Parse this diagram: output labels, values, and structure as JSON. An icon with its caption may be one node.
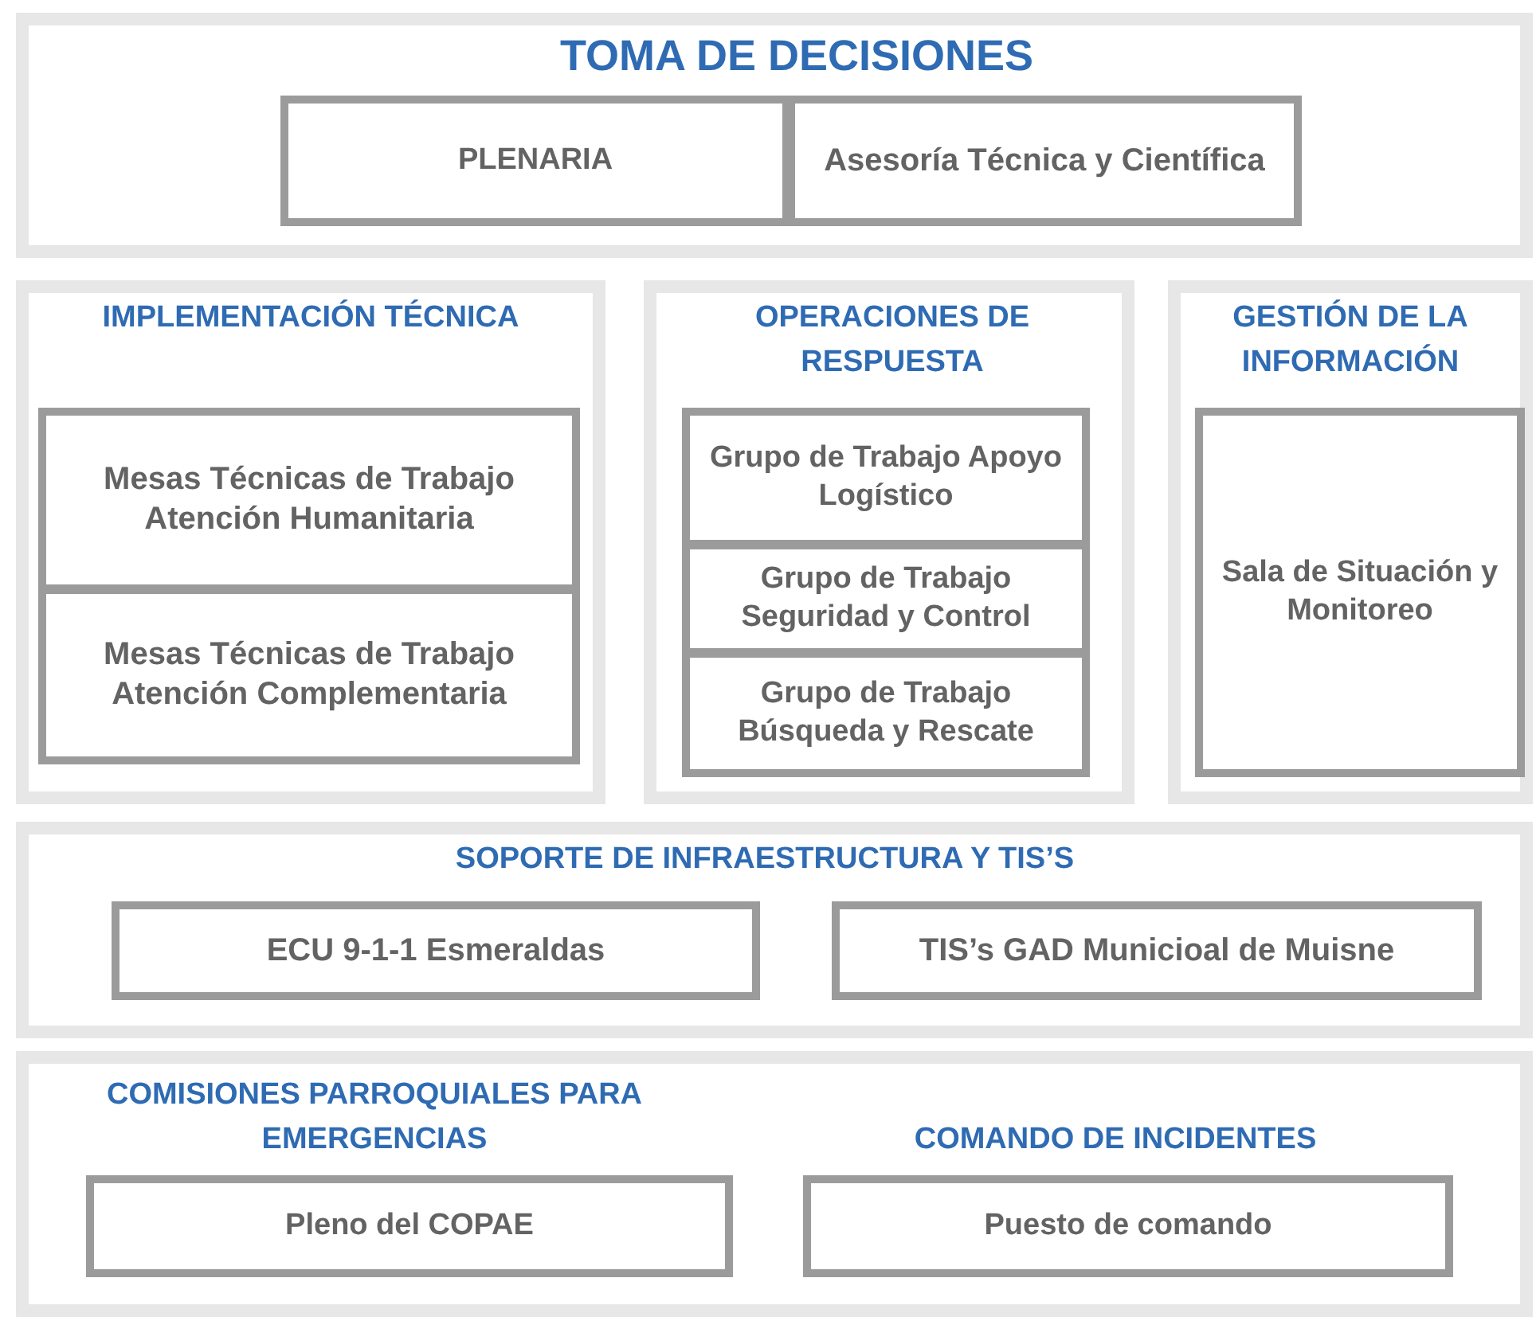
{
  "diagram": {
    "nodes": [
      {
        "text": [
          "TOMA DE DECISIONES"
        ]
      },
      {
        "text": [
          "PLENARIA"
        ],
        "in": 0
      },
      {
        "text": [
          "Asesoría Técnica y Científica"
        ],
        "in": 0
      },
      {
        "text": [
          "IMPLEMENTACIÓN TÉCNICA"
        ]
      },
      {
        "text": [
          "Mesas Técnicas de Trabajo Atención Humanitaria"
        ],
        "in": 3
      },
      {
        "text": [
          "Mesas Técnicas de Trabajo Atención Complementaria"
        ],
        "in": 3
      },
      {
        "text": [
          "OPERACIONES DE RESPUESTA"
        ]
      },
      {
        "text": [
          "Grupo de Trabajo Apoyo Logístico"
        ],
        "in": 6
      },
      {
        "text": [
          "Grupo de Trabajo Seguridad y Control"
        ],
        "in": 6
      },
      {
        "text": [
          "Grupo de Trabajo Búsqueda y Rescate"
        ],
        "in": 6
      },
      {
        "text": [
          "GESTIÓN DE LA INFORMACIÓN"
        ]
      },
      {
        "text": [
          "Sala de Situación y Monitoreo"
        ],
        "in": 10
      },
      {
        "text": [
          "SOPORTE DE INFRAESTRUCTURA Y TIS’S"
        ]
      },
      {
        "text": [
          "ECU 9-1-1 Esmeraldas"
        ],
        "in": 12
      },
      {
        "text": [
          "TIS’s GAD Municioal de Muisne"
        ],
        "in": 12
      },
      {
        "text": [
          "COMISIONES PARROQUIALES PARA EMERGENCIAS",
          "COMANDO DE INCIDENTES"
        ]
      },
      {
        "text": [
          "Pleno del COPAE"
        ],
        "in": 15
      },
      {
        "text": [
          "Puesto de comando"
        ],
        "in": 15
      }
    ]
  }
}
